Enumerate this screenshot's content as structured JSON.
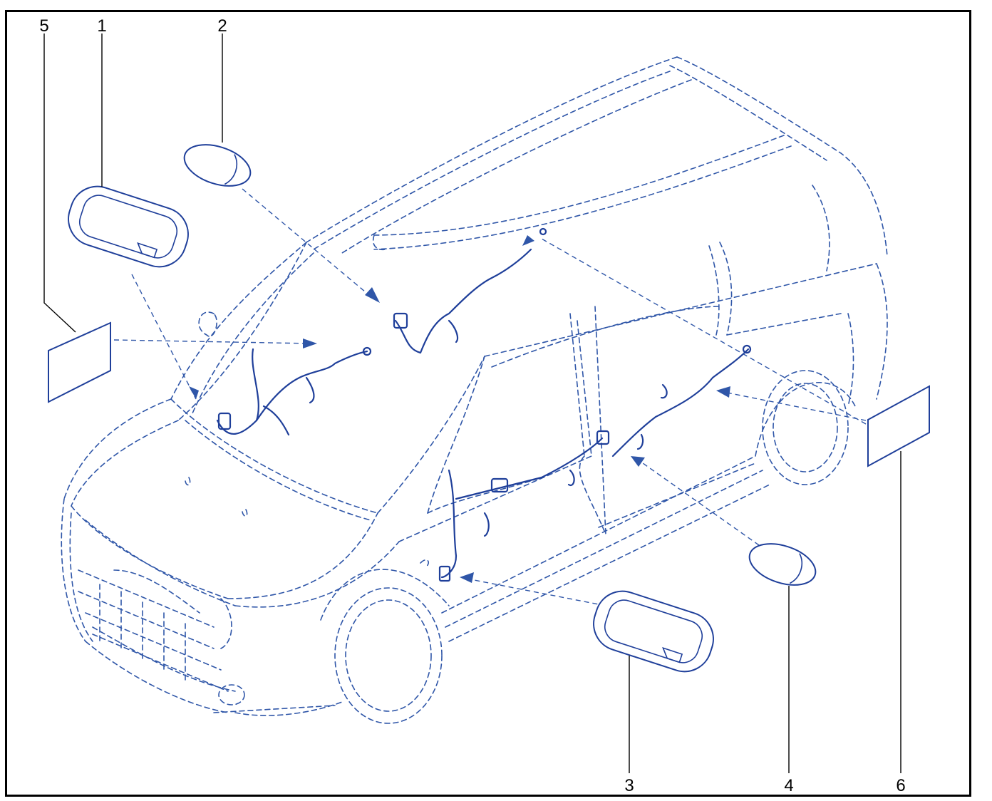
{
  "diagram": {
    "colors": {
      "line": "#2f56a8",
      "part_outline": "#1f3f9a",
      "callout_text": "#000000",
      "frame": "#000000"
    },
    "callouts": [
      {
        "id": "1",
        "label": "1"
      },
      {
        "id": "2",
        "label": "2"
      },
      {
        "id": "3",
        "label": "3"
      },
      {
        "id": "4",
        "label": "4"
      },
      {
        "id": "5",
        "label": "5"
      },
      {
        "id": "6",
        "label": "6"
      }
    ],
    "parts": [
      {
        "callout": "1",
        "icon": "rectangular-mat-with-tab"
      },
      {
        "callout": "2",
        "icon": "oval-pad"
      },
      {
        "callout": "3",
        "icon": "rectangular-mat-with-tab"
      },
      {
        "callout": "4",
        "icon": "oval-pad"
      },
      {
        "callout": "5",
        "icon": "flat-sheet"
      },
      {
        "callout": "6",
        "icon": "flat-sheet"
      }
    ]
  }
}
